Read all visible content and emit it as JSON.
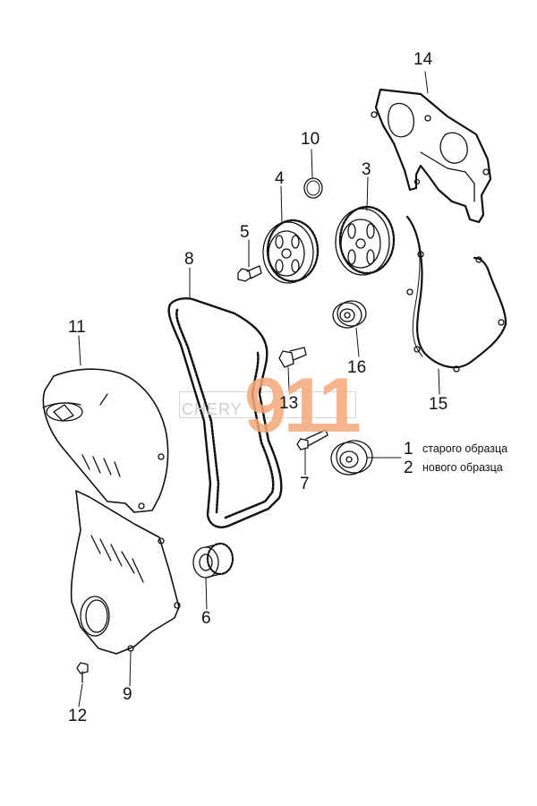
{
  "callouts": {
    "c1": "1",
    "c2": "2",
    "c3": "3",
    "c4": "4",
    "c5": "5",
    "c6": "6",
    "c7": "7",
    "c8": "8",
    "c9": "9",
    "c10": "10",
    "c11": "11",
    "c12": "12",
    "c13": "13",
    "c14": "14",
    "c15": "15",
    "c16": "16"
  },
  "notes": {
    "old_type": "старого образца",
    "new_type": "нового образца"
  },
  "watermark": {
    "brand": "CHERY",
    "number": "911"
  },
  "colors": {
    "line": "#111111",
    "watermark_orange": "#f5a77a",
    "watermark_gray": "#cfcfcf"
  }
}
